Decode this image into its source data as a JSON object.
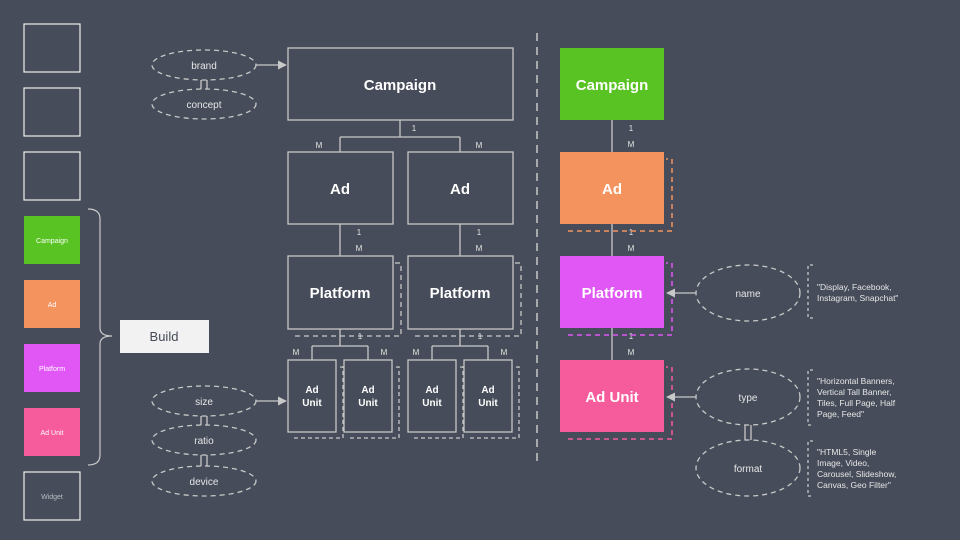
{
  "palette": {
    "background": "#464c59",
    "line": "#c8c8c8",
    "campaign": "#58c322",
    "ad": "#f4935d",
    "platform": "#e157f6",
    "ad_unit": "#f65b9c",
    "build_bg": "#f2f2f2"
  },
  "sidebar": {
    "empty_slots": [
      "",
      "",
      ""
    ],
    "legend": [
      {
        "label": "Campaign",
        "color": "#58c322"
      },
      {
        "label": "Ad",
        "color": "#f4935d"
      },
      {
        "label": "Platform",
        "color": "#e157f6"
      },
      {
        "label": "Ad Unit",
        "color": "#f65b9c"
      }
    ],
    "widget_label": "Widget",
    "build_label": "Build"
  },
  "left_diagram": {
    "campaign_label": "Campaign",
    "ad_label": "Ad",
    "platform_label": "Platform",
    "ad_unit_line1": "Ad",
    "ad_unit_line2": "Unit",
    "campaign_attributes": [
      "brand",
      "concept"
    ],
    "ad_unit_attributes": [
      "size",
      "ratio",
      "device"
    ],
    "one": "1",
    "many": "M"
  },
  "right_diagram": {
    "campaign_label": "Campaign",
    "ad_label": "Ad",
    "platform_label": "Platform",
    "ad_unit_label": "Ad Unit",
    "one": "1",
    "many": "M",
    "attributes": {
      "name": {
        "label": "name",
        "values": [
          "\"Display, Facebook,",
          "Instagram, Snapchat\""
        ]
      },
      "type": {
        "label": "type",
        "values": [
          "\"Horizontal Banners,",
          "Vertical Tall Banner,",
          "Tiles, Full Page, Half",
          "Page, Feed\""
        ]
      },
      "format": {
        "label": "format",
        "values": [
          "\"HTML5, Single",
          "Image, Video,",
          "Carousel, Slideshow,",
          "Canvas, Geo Filter\""
        ]
      }
    }
  }
}
